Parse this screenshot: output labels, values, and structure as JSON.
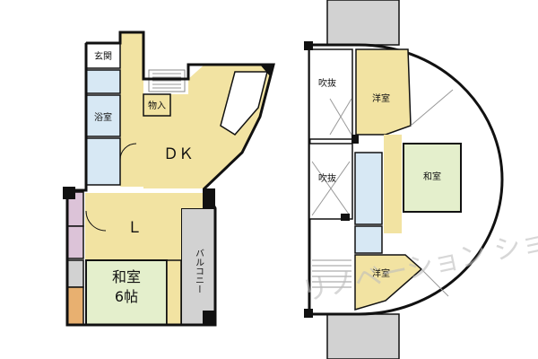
{
  "rooms": {
    "genkan": "玄関",
    "bath": "浴室",
    "storage": "物入",
    "dk": "ＤＫ",
    "living": "Ｌ",
    "washitsu1_name": "和室",
    "washitsu1_size": "6帖",
    "balcony": "バルコニー",
    "void1": "吹抜",
    "void2": "吹抜",
    "western1": "洋室",
    "western2": "洋室",
    "washitsu2": "和室"
  },
  "watermark": "リノベーション ショップ",
  "colors": {
    "room_fill": "#f2e3a2",
    "tatami_fill": "#e4efcc",
    "wet_fill": "#d7e8f4",
    "gray_fill": "#d2d2d2",
    "closet_fill": "#dcc3d8",
    "wall": "#111111"
  }
}
